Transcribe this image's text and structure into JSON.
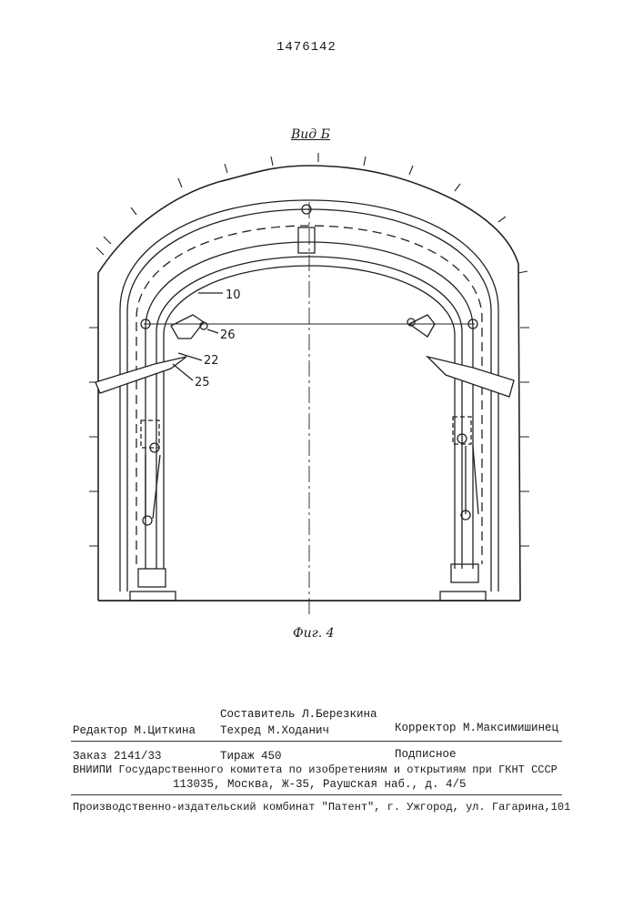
{
  "header": {
    "patent_number": "1476142",
    "view_label": "Вид Б"
  },
  "figure": {
    "caption": "Фиг. 4",
    "callouts": [
      "10",
      "26",
      "22",
      "25"
    ]
  },
  "footer": {
    "compiler": "Составитель Л.Березкина",
    "editor": "Редактор М.Циткина",
    "techred": "Техред М.Ходанич",
    "corrector": "Корректор М.Максимишинец",
    "order": "Заказ 2141/33",
    "circulation": "Тираж 450",
    "subscription": "Подписное",
    "institute": "ВНИИПИ Государственного комитета по изобретениям и открытиям при ГКНТ СССР",
    "address": "113035, Москва, Ж-35, Раушская наб., д. 4/5",
    "publisher": "Производственно-издательский комбинат \"Патент\", г. Ужгород, ул. Гагарина,101"
  }
}
